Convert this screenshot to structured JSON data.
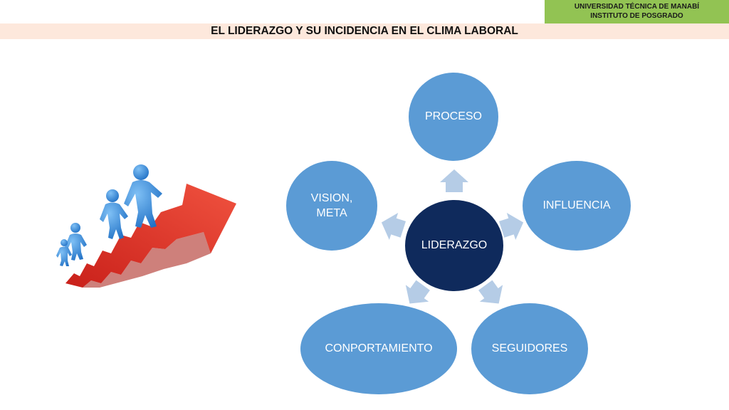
{
  "header": {
    "university": "UNIVERSIDAD TÉCNICA DE MANABÍ",
    "institute": "INSTITUTO DE POSGRADO"
  },
  "title": "EL LIDERAZGO Y SU INCIDENCIA EN EL CLIMA LABORAL",
  "diagram": {
    "center": "LIDERAZGO",
    "nodes": {
      "proceso": "PROCESO",
      "influencia": "INFLUENCIA",
      "seguidores": "SEGUIDORES",
      "conportamiento": "CONPORTAMIENTO",
      "vision_1": "VISION,",
      "vision_2": "META"
    }
  },
  "colors": {
    "node": "#5b9bd5",
    "center": "#0f2a5c",
    "arrow": "#b5cce6",
    "header_badge": "#92c353",
    "title_bar": "#fde8dc",
    "stair_arrow": "#e0342c",
    "figures": "#3d8bd9"
  },
  "icons": {
    "illustration": "stairs-arrow-figures-icon"
  }
}
